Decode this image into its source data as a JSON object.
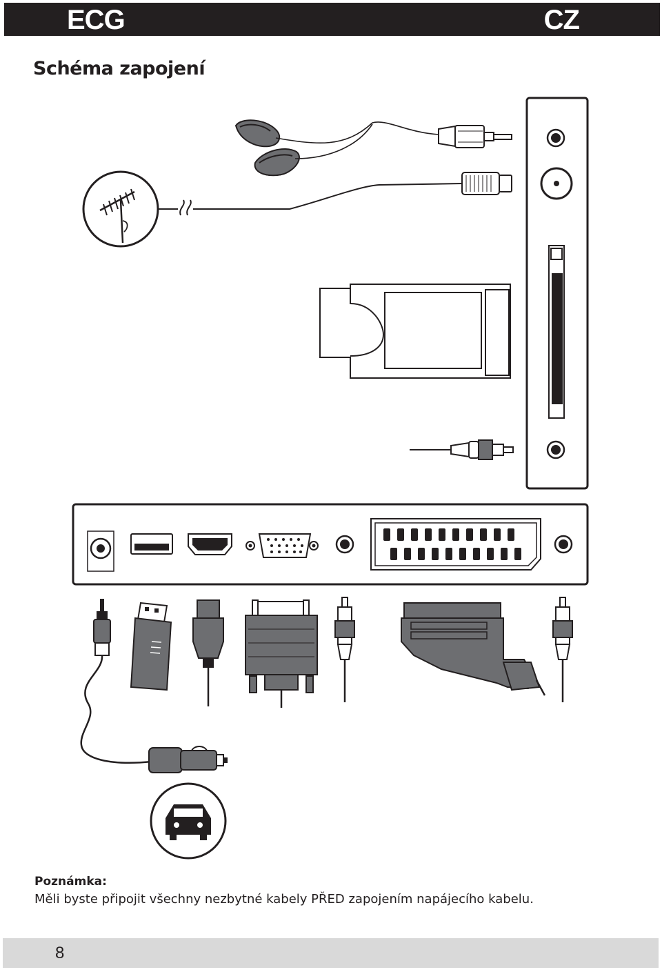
{
  "header": {
    "brand": "ECG",
    "language": "CZ"
  },
  "page": {
    "title": "Schéma zapojení"
  },
  "note": {
    "heading": "Poznámka:",
    "text": "Měli byste připojit všechny nezbytné kabely PŘED zapojením napájecího kabelu."
  },
  "footer": {
    "page_number": "8"
  },
  "icons": [
    "antenna-icon",
    "earphones-icon",
    "ci-module-icon",
    "car-icon",
    "car-adapter-icon"
  ],
  "colors": {
    "header_bg": "#231f20",
    "footer_bg": "#d9d9d9",
    "connector_gray": "#6d6e71"
  }
}
